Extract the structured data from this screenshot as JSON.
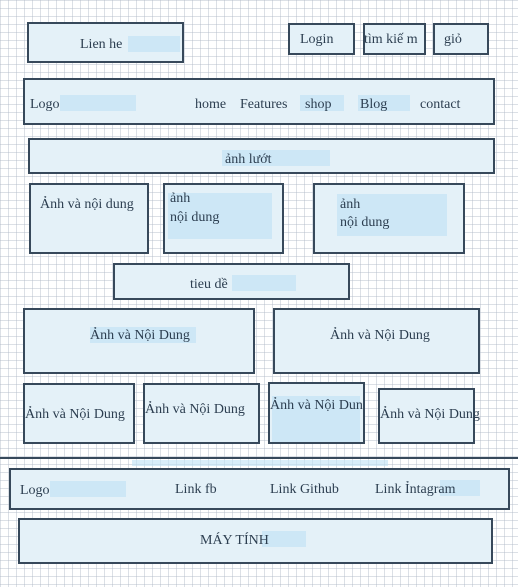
{
  "top_bar": {
    "contact": "Lien he",
    "login": "Login",
    "search": "tìm kiế m",
    "cart": "giỏ"
  },
  "nav": {
    "logo": "Logo",
    "links": [
      "home",
      "Features",
      "shop",
      "Blog",
      "contact"
    ]
  },
  "slider": {
    "label": "ảnh lướt"
  },
  "feature_row": [
    {
      "line1": "Ảnh và nội dung",
      "line2": ""
    },
    {
      "line1": "ảnh",
      "line2": "nội dung"
    },
    {
      "line1": "ảnh",
      "line2": "nội dung"
    }
  ],
  "section_title": "tieu dề",
  "two_col": [
    "Ảnh và Nội Dung",
    "Ảnh và Nội Dung"
  ],
  "four_col": [
    "Ảnh và Nội Dung",
    "Ảnh và Nội Dung",
    "Ảnh và Nội Dung",
    "Ảnh và Nội Dung"
  ],
  "footer": {
    "logo": "Logo",
    "links": [
      "Link  fb",
      "Link Github",
      "Link Ỉntagram"
    ]
  },
  "bottom_bar": {
    "label": "MÁY TÍNH"
  }
}
